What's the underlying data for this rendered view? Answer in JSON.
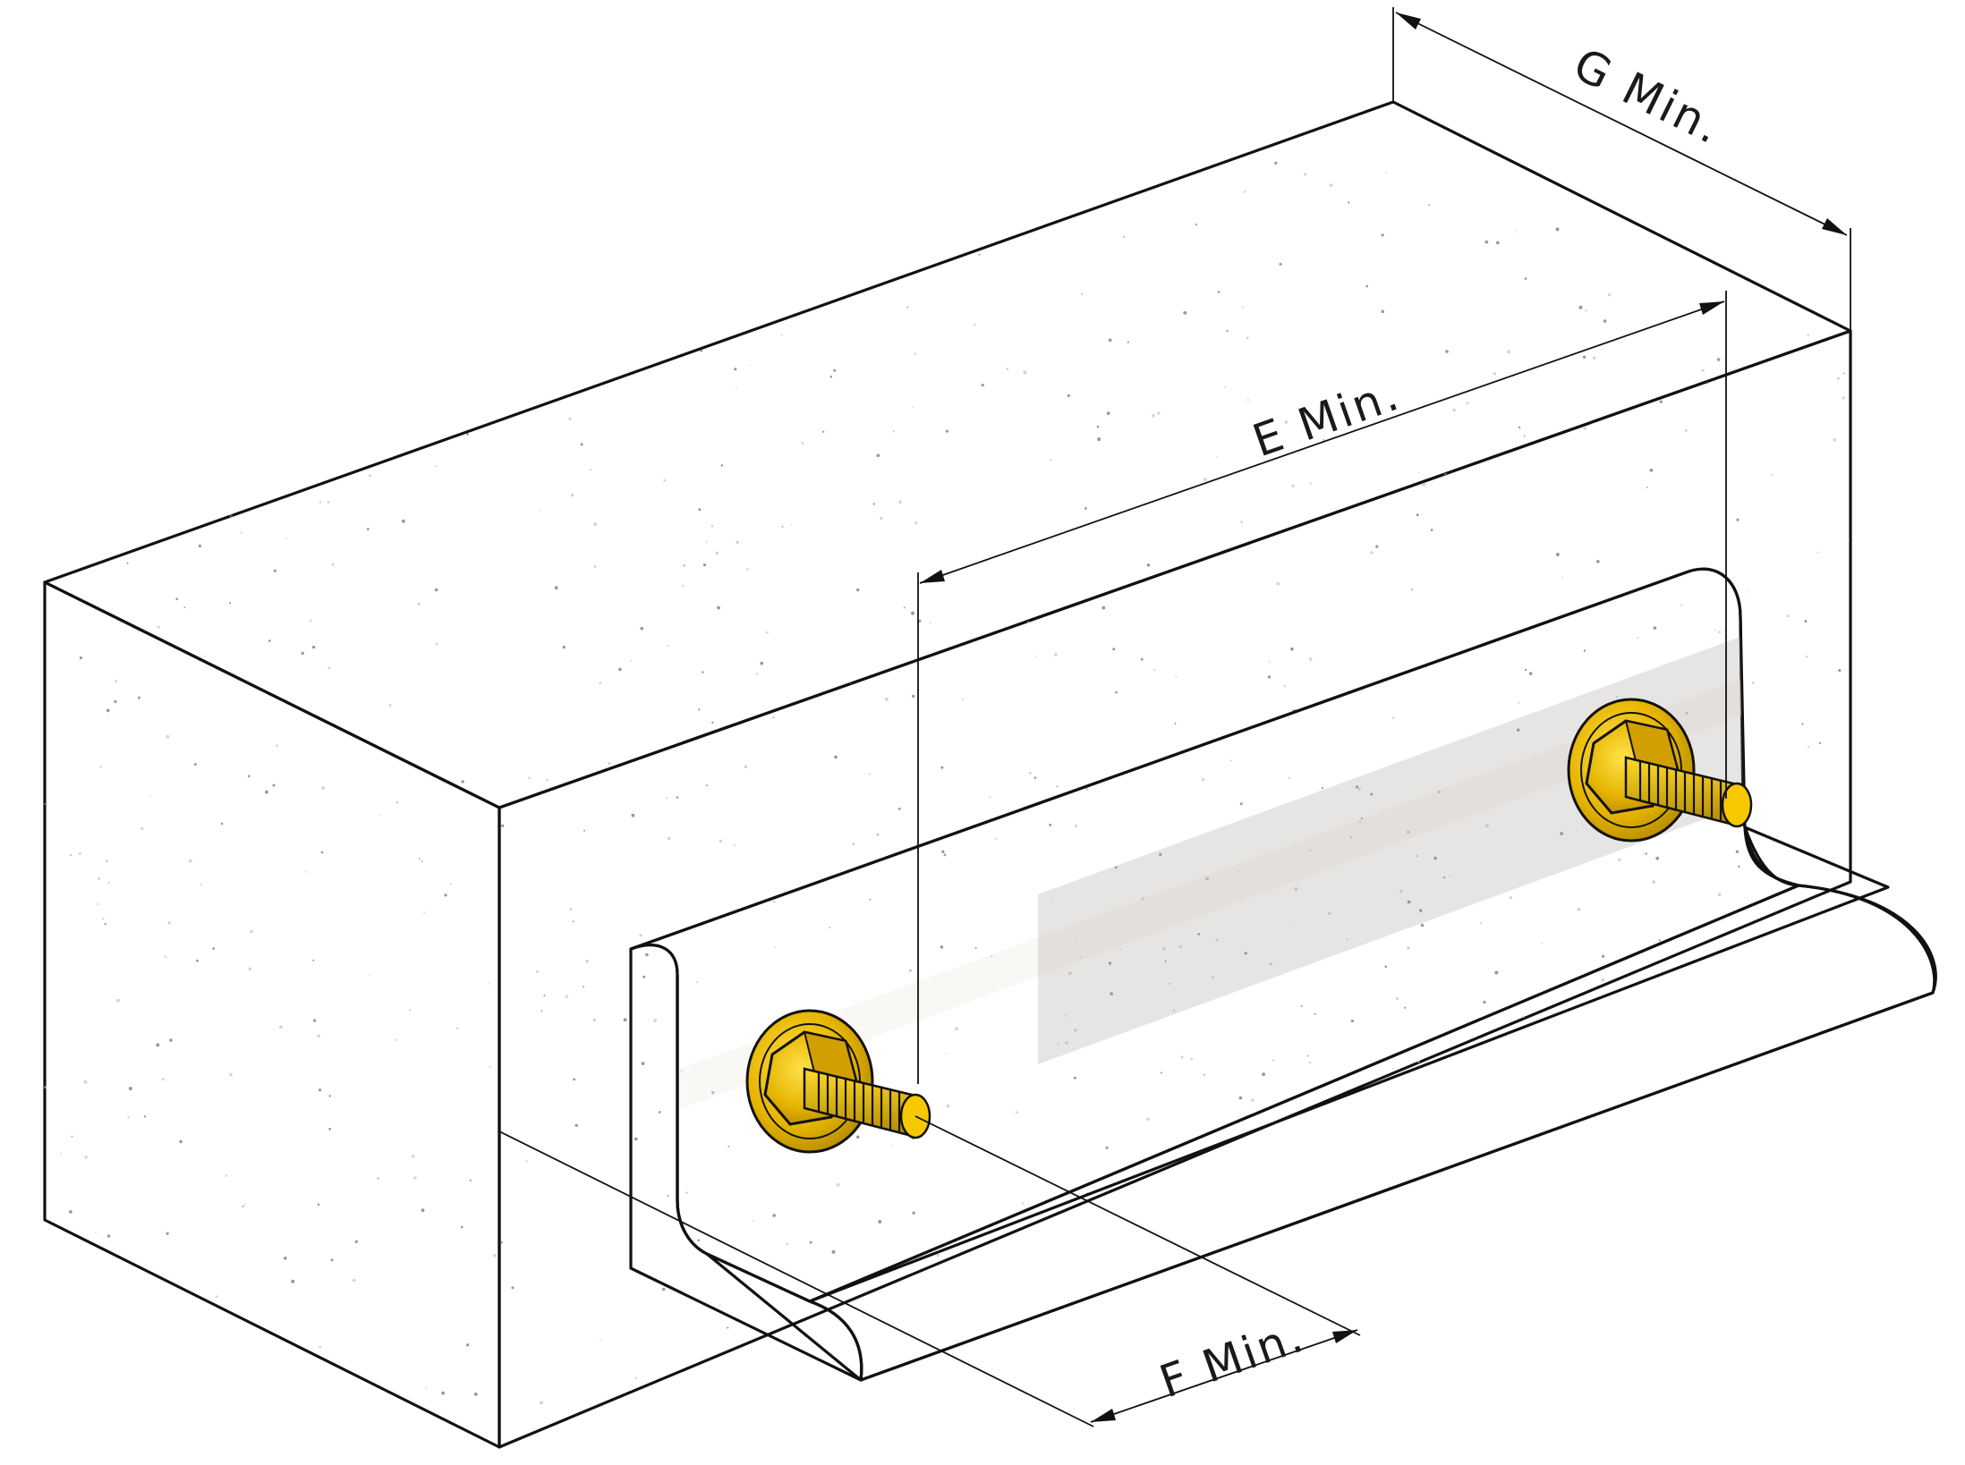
{
  "figure": {
    "title": "",
    "dimensions": {
      "e_label": "E Min.",
      "f_label": "F Min.",
      "g_label": "G Min."
    },
    "parts": {
      "block": "concrete-block",
      "angle": "steel-angle-bracket",
      "bolts": [
        "anchor-bolt-left",
        "anchor-bolt-right"
      ]
    },
    "colors": {
      "concrete_top": "#a9a8a6",
      "concrete_front": "#8e8d8b",
      "concrete_left": "#7e7d7b",
      "angle_light": "#e9e2d8",
      "angle_mid": "#c9bfb4",
      "angle_dark": "#a9a099",
      "bolt_gold": "#e8b800",
      "bolt_dark": "#8a6a00"
    }
  }
}
